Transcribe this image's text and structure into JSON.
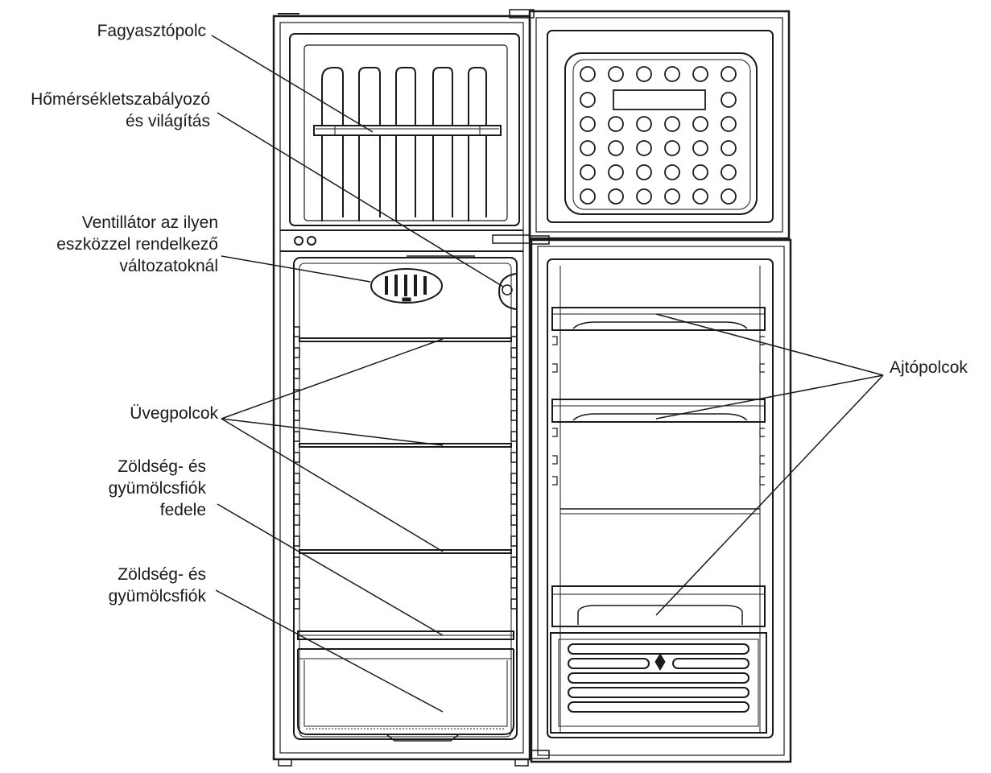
{
  "labels": {
    "freezer_shelf": "Fagyasztópolc",
    "thermostat_line1": "Hőmérsékletszabályozó",
    "thermostat_line2": "és világítás",
    "fan_line1": "Ventillátor az ilyen",
    "fan_line2": "eszközzel rendelkező",
    "fan_line3": "változatoknál",
    "glass_shelves": "Üvegpolcok",
    "crisper_lid_line1": "Zöldség- és",
    "crisper_lid_line2": "gyümölcsfiók",
    "crisper_lid_line3": "fedele",
    "crisper_line1": "Zöldség- és",
    "crisper_line2": "gyümölcsfiók",
    "door_shelves": "Ajtópolcok"
  },
  "colors": {
    "line": "#1a1a1a",
    "background": "#ffffff"
  }
}
